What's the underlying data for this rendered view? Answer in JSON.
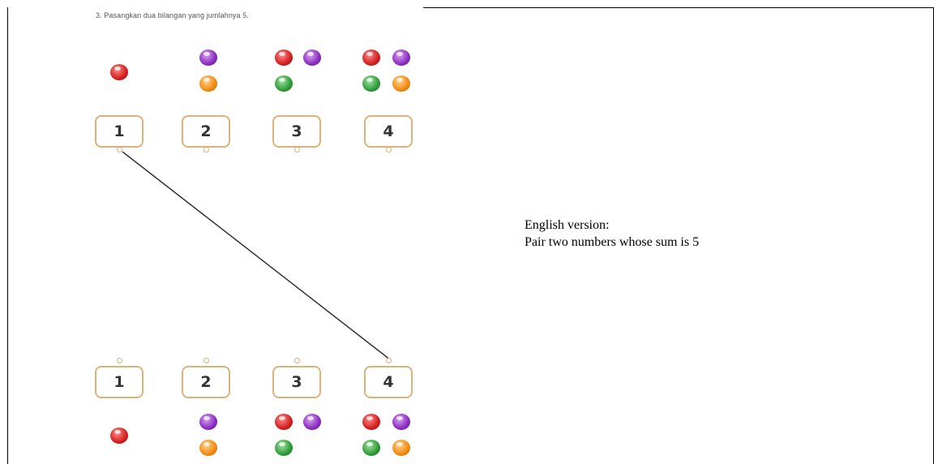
{
  "worksheet": {
    "instruction": "3. Pasangkan dua bilangan yang jumlahnya 5.",
    "top_groups": [
      {
        "number": "1",
        "balls": [
          "red"
        ]
      },
      {
        "number": "2",
        "balls": [
          "purple",
          "orange"
        ]
      },
      {
        "number": "3",
        "balls": [
          "red",
          "purple",
          "green"
        ]
      },
      {
        "number": "4",
        "balls": [
          "red",
          "purple",
          "green",
          "orange"
        ]
      }
    ],
    "bottom_groups": [
      {
        "number": "1",
        "balls": [
          "red"
        ]
      },
      {
        "number": "2",
        "balls": [
          "purple",
          "orange"
        ]
      },
      {
        "number": "3",
        "balls": [
          "red",
          "purple",
          "green"
        ]
      },
      {
        "number": "4",
        "balls": [
          "red",
          "purple",
          "green",
          "orange"
        ]
      }
    ],
    "connection": {
      "from_top": "1",
      "to_bottom": "4"
    }
  },
  "english": {
    "heading": "English version:",
    "text": "Pair two numbers whose sum is 5"
  },
  "colors": {
    "box_border": "#dcb27a",
    "line": "#333333",
    "ball_red": "#d21e1e",
    "ball_purple": "#8a2cc0",
    "ball_orange": "#f08a10",
    "ball_green": "#2e9a38"
  }
}
